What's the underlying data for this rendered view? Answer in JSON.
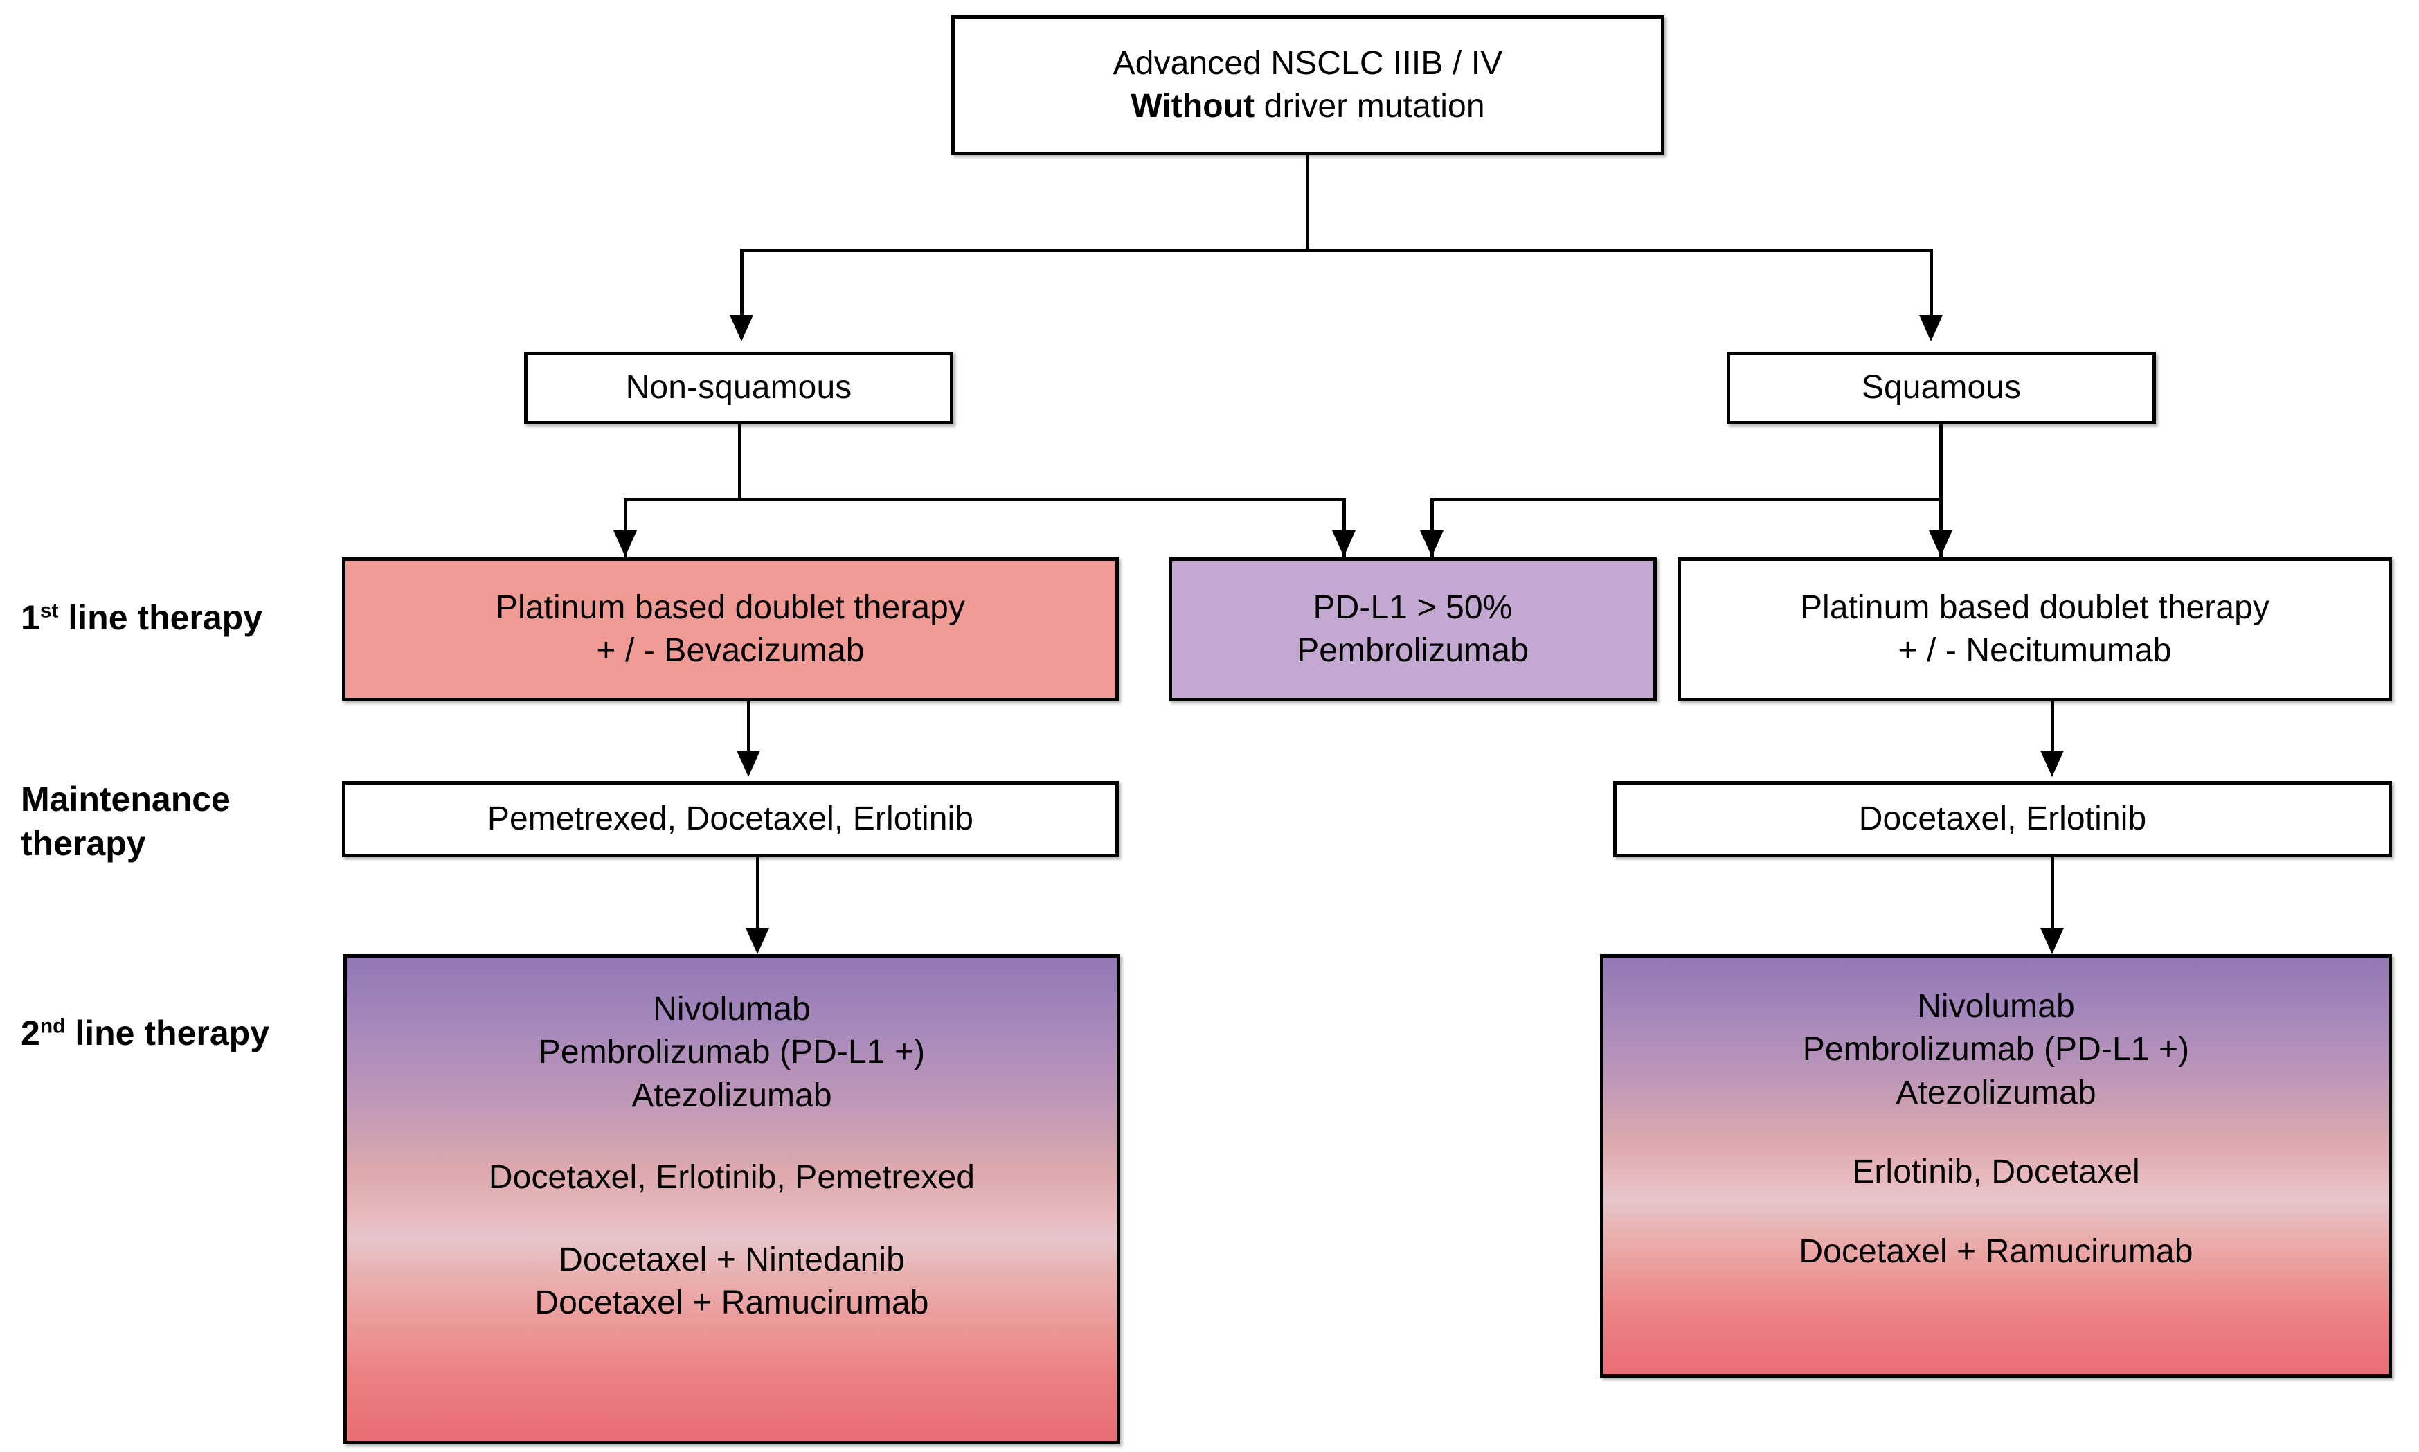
{
  "diagram": {
    "title": "Advanced NSCLC treatment algorithm without driver mutation",
    "colors": {
      "pink_box": "#ef9a95",
      "purple_box": "#c3a8d1",
      "gradient_top": "#9278b4",
      "gradient_mid": "#e6c6cc",
      "gradient_bottom": "#e86d74",
      "border": "#000000",
      "background": "#ffffff"
    }
  },
  "row_labels": {
    "first_line": {
      "ordinal": "1",
      "suffix": "st",
      "rest": " line therapy"
    },
    "maintenance": {
      "line1": "Maintenance",
      "line2": "therapy"
    },
    "second_line": {
      "ordinal": "2",
      "suffix": "nd",
      "rest": " line therapy"
    }
  },
  "nodes": {
    "root": {
      "line1": "Advanced NSCLC IIIB / IV",
      "line2_bold": "Without",
      "line2_rest": " driver mutation"
    },
    "nonsquamous": {
      "label": "Non-squamous"
    },
    "squamous": {
      "label": "Squamous"
    },
    "first_line_nonsq": {
      "line1": "Platinum based doublet therapy",
      "line2": "+ / - Bevacizumab"
    },
    "first_line_pdl1": {
      "line1": "PD-L1 > 50%",
      "line2": "Pembrolizumab"
    },
    "first_line_sq": {
      "line1": "Platinum based doublet therapy",
      "line2": "+ / - Necitumumab"
    },
    "maintenance_nonsq": {
      "label": "Pemetrexed, Docetaxel, Erlotinib"
    },
    "maintenance_sq": {
      "label": "Docetaxel, Erlotinib"
    },
    "second_line_nonsq": {
      "line1": "Nivolumab",
      "line2": "Pembrolizumab (PD-L1 +)",
      "line3": "Atezolizumab",
      "line4": "Docetaxel, Erlotinib, Pemetrexed",
      "line5": "Docetaxel + Nintedanib",
      "line6": "Docetaxel + Ramucirumab"
    },
    "second_line_sq": {
      "line1": "Nivolumab",
      "line2": "Pembrolizumab (PD-L1 +)",
      "line3": "Atezolizumab",
      "line4": "Erlotinib, Docetaxel",
      "line5": "Docetaxel + Ramucirumab"
    }
  }
}
